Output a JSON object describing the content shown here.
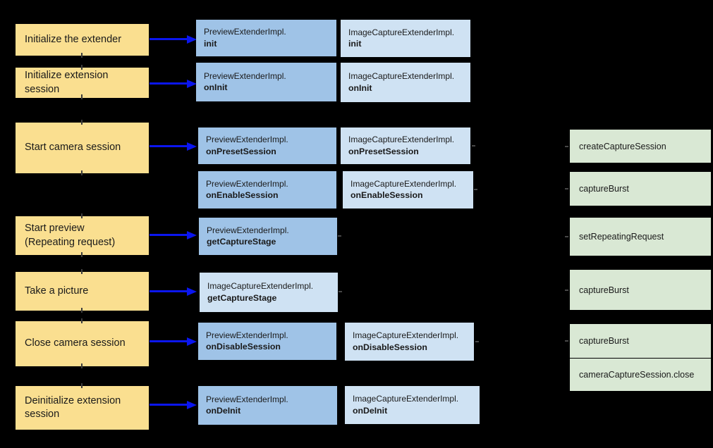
{
  "colors": {
    "background": "#000000",
    "step_fill": "#FADF90",
    "preview_fill": "#9FC3E7",
    "image_capture_fill": "#CFE2F3",
    "camera2_fill": "#D9E8D4",
    "arrow": "#0B16EF",
    "text": "#1A1A1A"
  },
  "steps": [
    {
      "label": "Initialize the extender"
    },
    {
      "label": "Initialize extension session"
    },
    {
      "label": "Start camera session"
    },
    {
      "label": "Start preview",
      "label2": "(Repeating request)"
    },
    {
      "label": "Take a picture"
    },
    {
      "label": "Close camera session"
    },
    {
      "label": "Deinitialize extension session"
    }
  ],
  "preview_column": [
    {
      "class_name": "PreviewExtenderImpl.",
      "method": "init"
    },
    {
      "class_name": "PreviewExtenderImpl.",
      "method": "onInit"
    },
    {
      "class_name": "PreviewExtenderImpl.",
      "method": "onPresetSession"
    },
    {
      "class_name": "PreviewExtenderImpl.",
      "method": "onEnableSession"
    },
    {
      "class_name": "PreviewExtenderImpl.",
      "method": "getCaptureStage"
    },
    {
      "class_name": "ImageCaptureExtenderImpl.",
      "method": "getCaptureStage"
    },
    {
      "class_name": "PreviewExtenderImpl.",
      "method": "onDisableSession"
    },
    {
      "class_name": "PreviewExtenderImpl.",
      "method": "onDeInit"
    }
  ],
  "image_capture_column": [
    {
      "class_name": "ImageCaptureExtenderImpl.",
      "method": "init"
    },
    {
      "class_name": "ImageCaptureExtenderImpl.",
      "method": "onInit"
    },
    {
      "class_name": "ImageCaptureExtenderImpl.",
      "method": "onPresetSession"
    },
    {
      "class_name": "ImageCaptureExtenderImpl.",
      "method": "onEnableSession"
    },
    {
      "class_name": "ImageCaptureExtenderImpl.",
      "method": "onDisableSession"
    },
    {
      "class_name": "ImageCaptureExtenderImpl.",
      "method": "onDeInit"
    }
  ],
  "camera2_column": [
    {
      "label": "createCaptureSession"
    },
    {
      "label": "captureBurst"
    },
    {
      "label": "setRepeatingRequest"
    },
    {
      "label": "captureBurst"
    },
    {
      "label": "captureBurst"
    },
    {
      "label": "cameraCaptureSession.close"
    }
  ]
}
